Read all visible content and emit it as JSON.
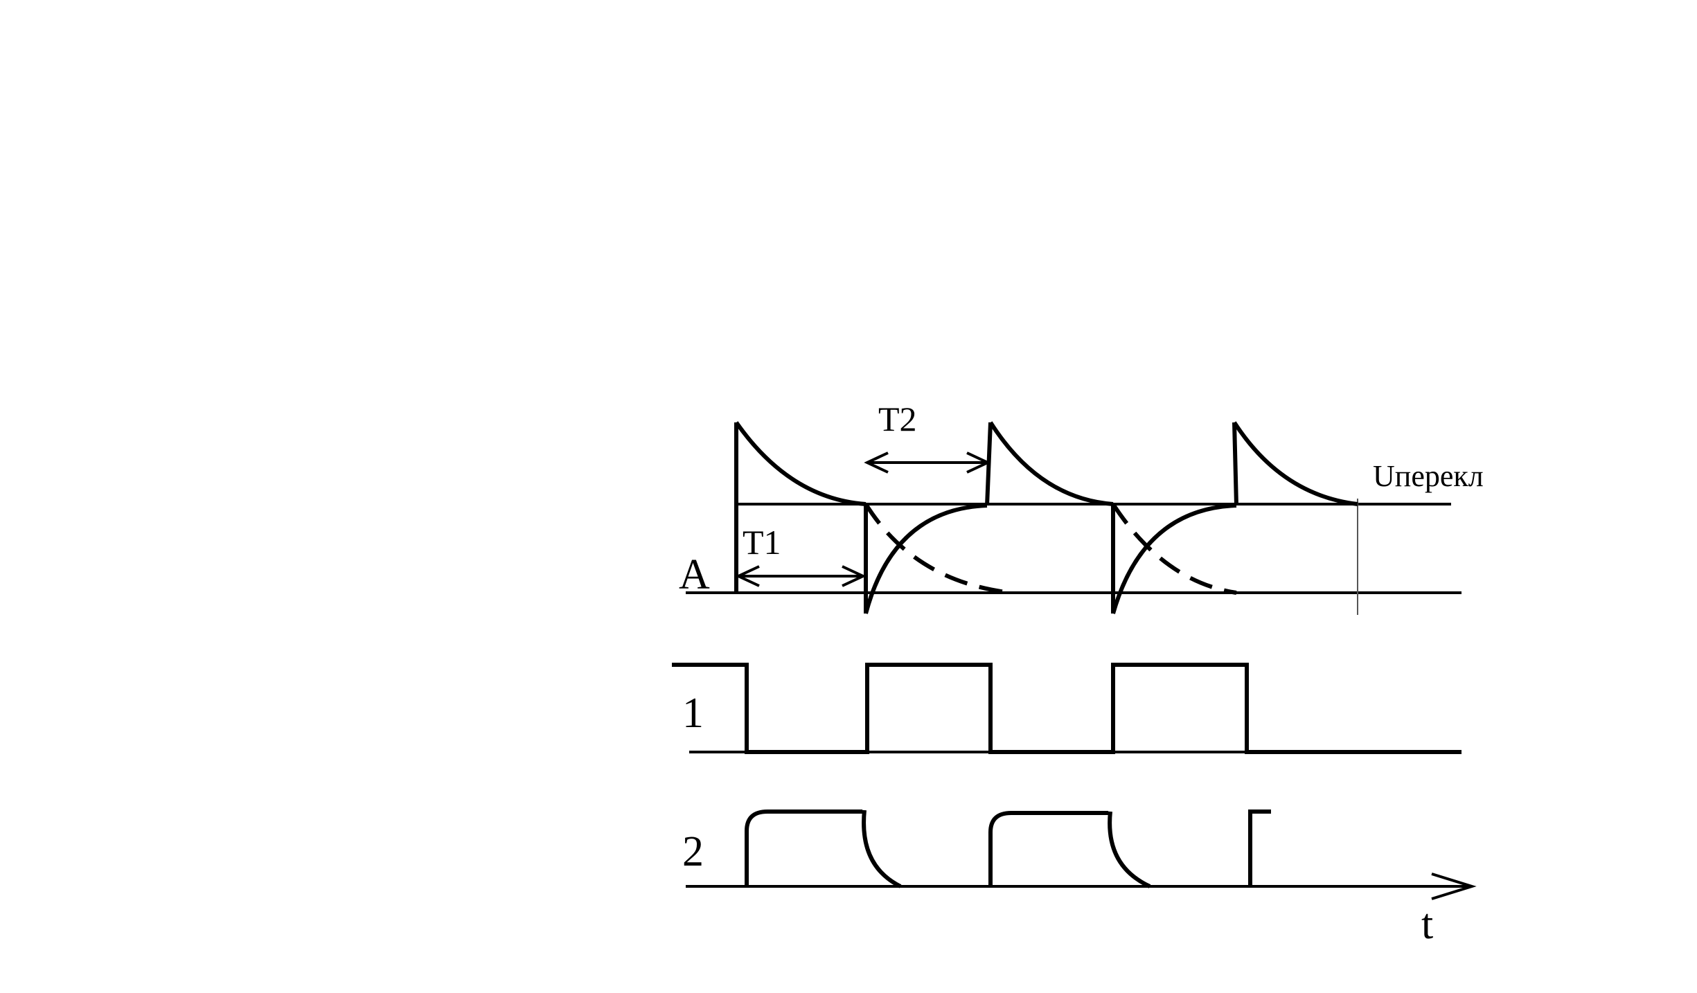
{
  "labels": {
    "signal_a": "A",
    "signal_1": "1",
    "signal_2": "2",
    "period_t1": "T1",
    "period_t2": "T2",
    "threshold": "Uперекл",
    "time_axis": "t"
  }
}
